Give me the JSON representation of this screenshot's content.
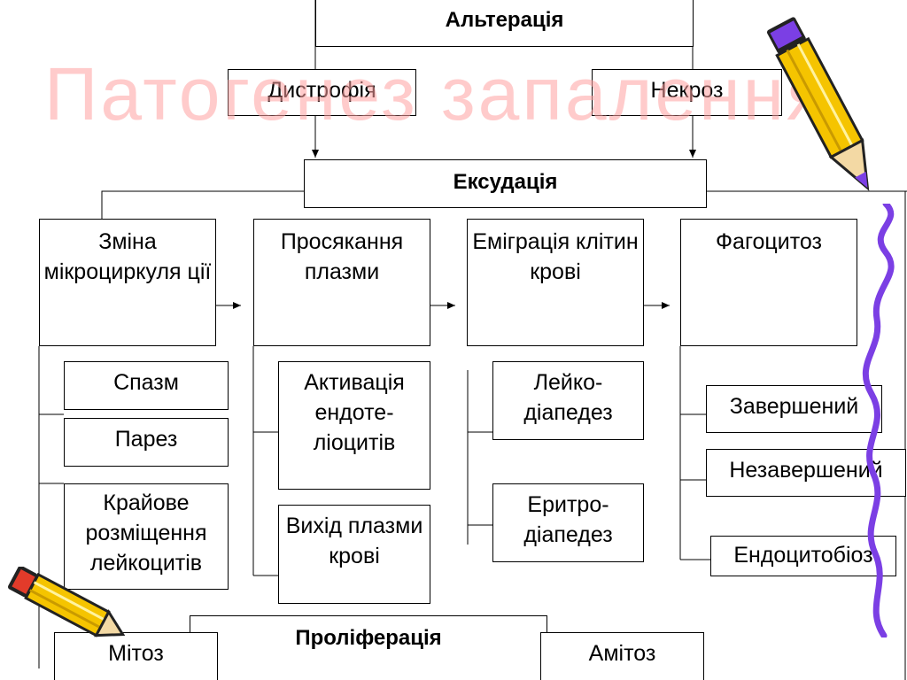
{
  "title": "Патогенез запалення",
  "nodes": {
    "alteration": "Альтерація",
    "dystrophy": "Дистрофія",
    "necrosis": "Некроз",
    "exudation": "Ексудація",
    "microcirculation": "Зміна мікроциркуля ції",
    "plasma_leak": "Просякання плазми",
    "emigration": "Еміграція клітин крові",
    "phagocytosis": "Фагоцитоз",
    "spasm": "Спазм",
    "paresis": "Парез",
    "marginal": "Крайове розміщення лейкоцитів",
    "endothelium": "Активація ендоте- ліоцитів",
    "plasma_exit": "Вихід плазми крові",
    "leuko": "Лейко- діапедез",
    "erythro": "Еритро- діапедез",
    "completed": "Завершений",
    "incomplete": "Незавершений",
    "endocytobiosis": "Ендоцитобіоз",
    "proliferation": "Проліферація",
    "mitosis": "Мітоз",
    "amitosis": "Амітоз"
  },
  "colors": {
    "watermark": "#ffa0a0",
    "pencil_body": "#f5c400",
    "pencil_tip": "#7b3fe4",
    "squiggle": "#7b3fe4"
  },
  "icons": [
    "pencil-icon",
    "squiggle-line"
  ]
}
